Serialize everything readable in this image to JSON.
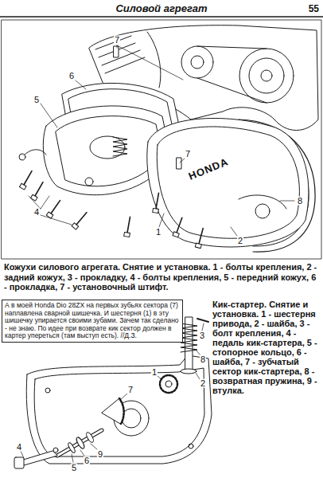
{
  "diagram": {
    "title": "Силовой агрегат",
    "nodes": [
      {
        "text": [
          "А в моей Honda Dio 28ZX на первых зубьях сектора (7) наплавлена сварной шишечка. И шестерня (1) в эту шишечку упирается своими зубами. Зачем так сделано - не знаю. По идее при возврате кик сектор должен в картер упереться (там выступ есть). //Д.З."
        ]
      }
    ],
    "labels": [
      "55",
      "7",
      "6",
      "5",
      "4",
      "7",
      "1",
      "2",
      "8",
      "HONDA",
      "Кожухи силового агрегата. Снятие и установка. 1 - болты крепления, 2 - задний кожух, 3 - прокладку, 4 - болты крепления, 5 - передний кожух, 6 - прокладка, 7 - установочный штифт.",
      "Кик-стартер. Снятие и установка. 1 - шестерня привода, 2 - шайба, 3 - болт крепления, 4 - педаль кик-стартера, 5 - стопорное кольцо, 6 - шайба, 7 - зубчатый сектор кик-стартера, 8 - возвратная пружина, 9 - втулка.",
      "1",
      "2",
      "3",
      "4",
      "5",
      "6",
      "7",
      "8",
      "9"
    ]
  }
}
